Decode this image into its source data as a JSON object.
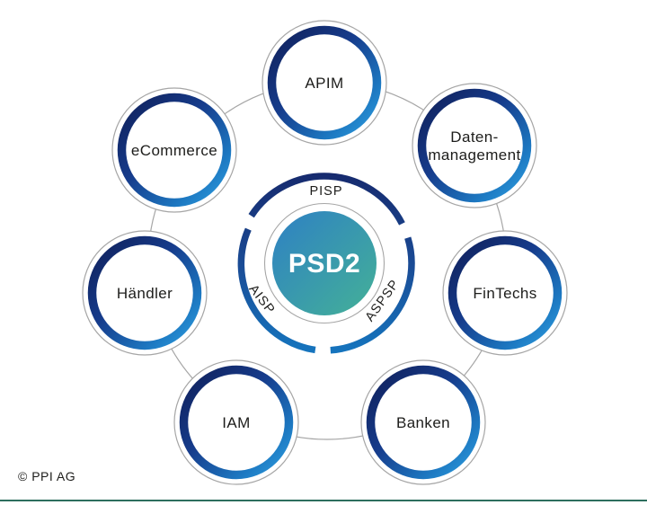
{
  "diagram": {
    "center_label": "PSD2",
    "ring_labels": {
      "top": "PISP",
      "bottom_left": "AISP",
      "bottom_right": "ASPSP"
    },
    "nodes": {
      "apim": {
        "label": "APIM"
      },
      "datenmanagement": {
        "line1": "Daten-",
        "line2": "management"
      },
      "fintechs": {
        "label": "FinTechs"
      },
      "banken": {
        "label": "Banken"
      },
      "iam": {
        "label": "IAM"
      },
      "haendler": {
        "label": "Händler"
      },
      "ecommerce": {
        "label": "eCommerce"
      }
    }
  },
  "footer": {
    "copyright": "© PPI AG"
  },
  "colors": {
    "ring_dark_navy": "#101f58",
    "ring_mid_blue": "#163c8c",
    "ring_bright_blue": "#2f9fe0",
    "segment_gradient_top": "#162a6e",
    "segment_gradient_bottom": "#1578c1",
    "center_gradient_start": "#2e80c4",
    "center_gradient_end": "#44b197",
    "outline_gray": "#a6a6a6",
    "text_dark": "#1d1d1b",
    "footer_line_teal": "#2d6e5e"
  }
}
